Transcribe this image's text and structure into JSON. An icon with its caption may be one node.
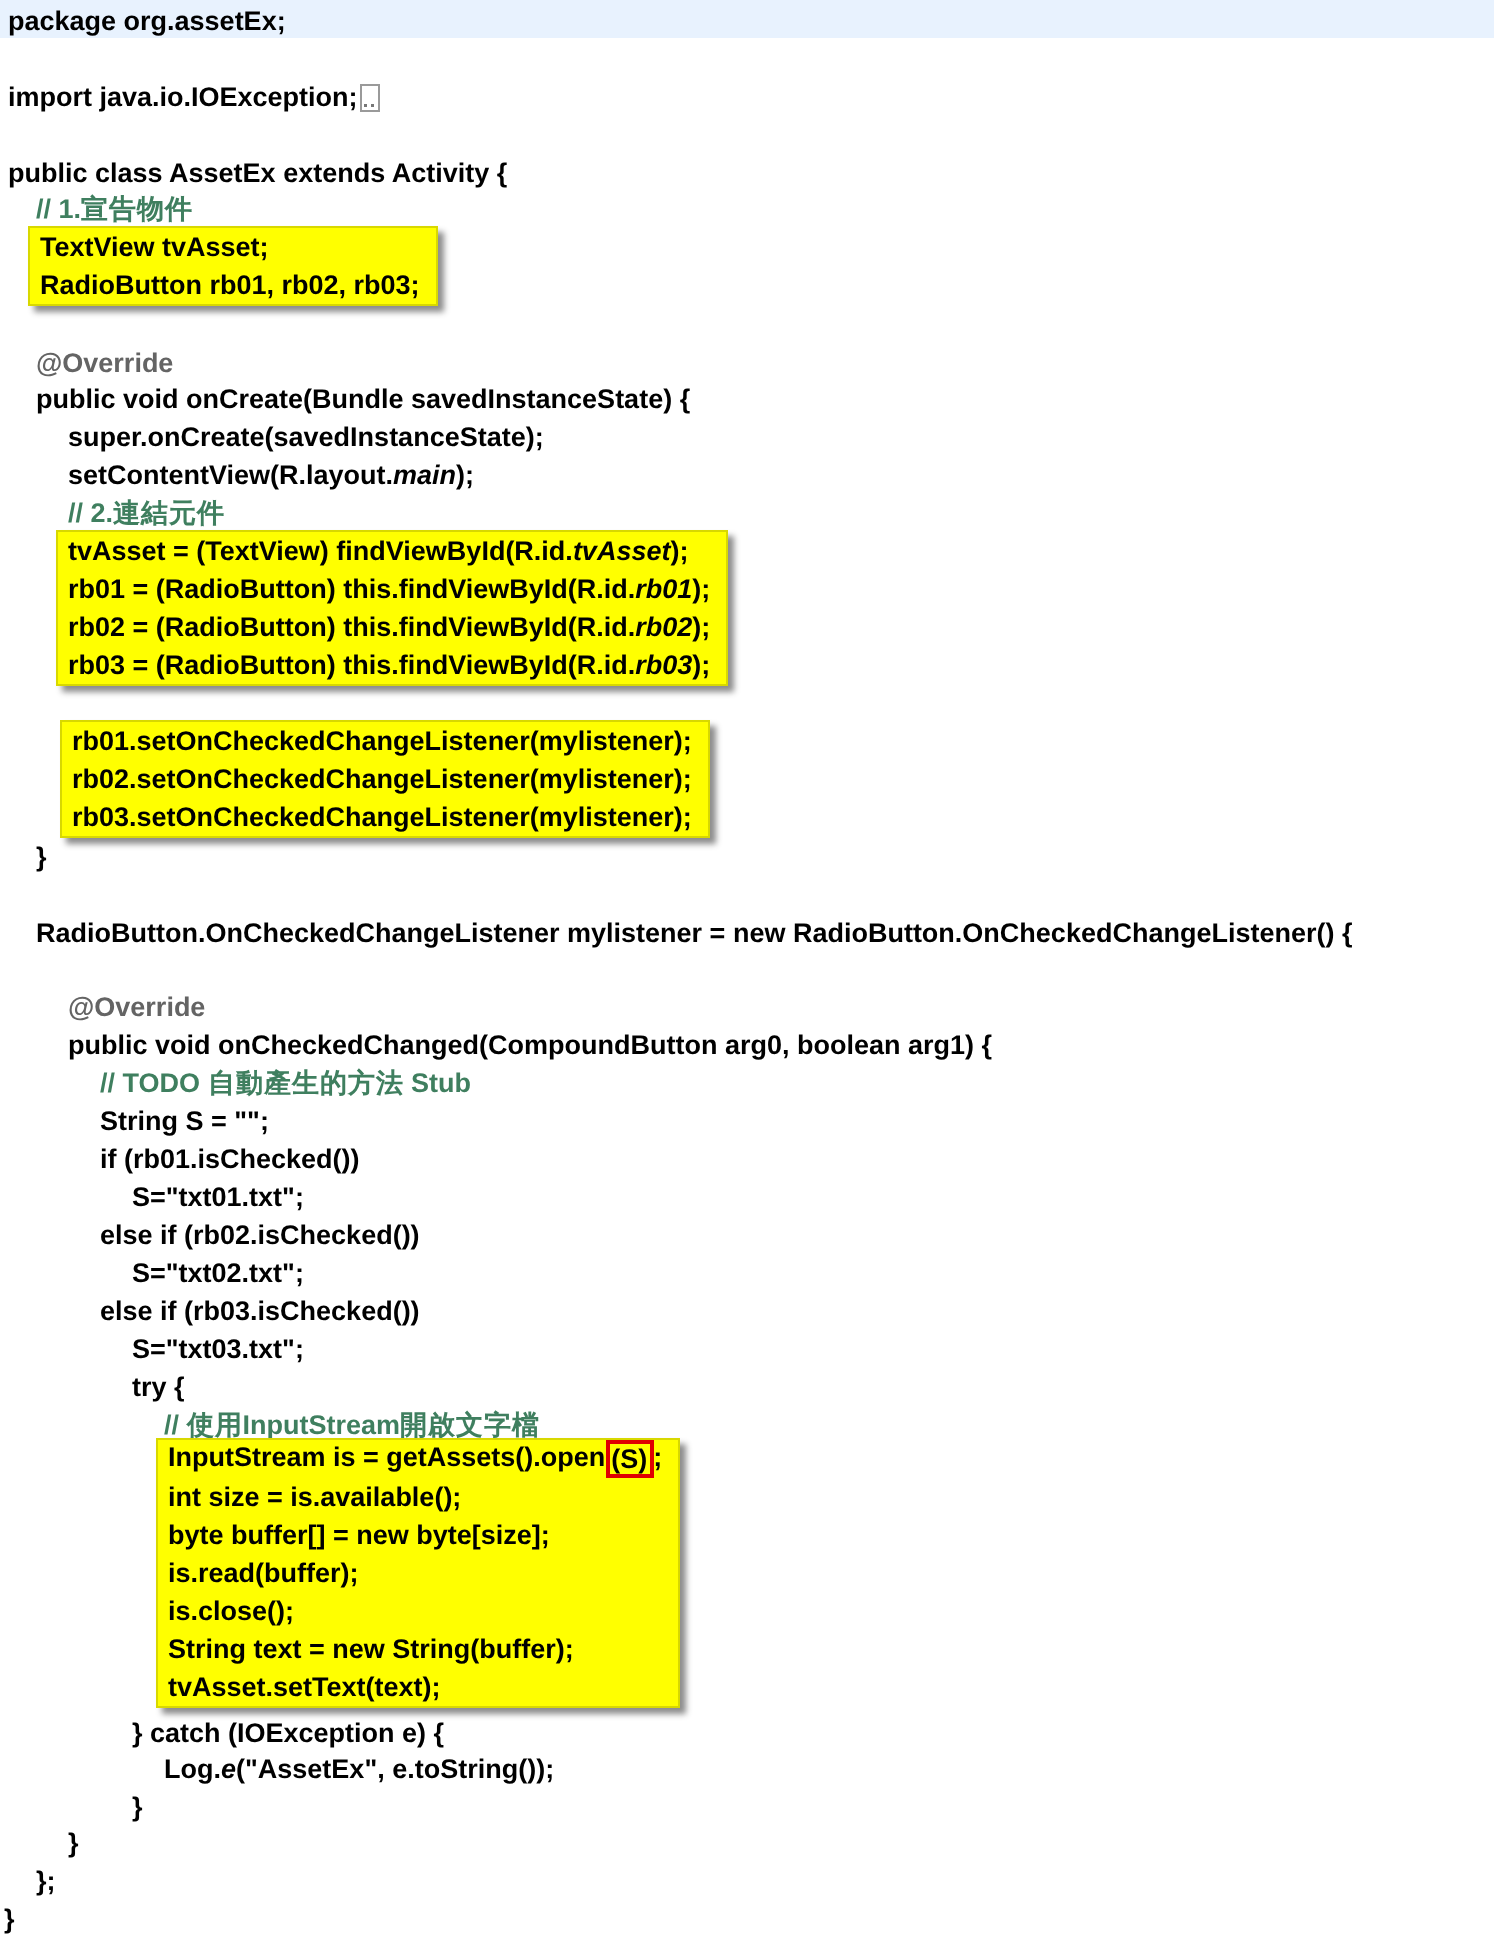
{
  "diagram": {
    "nodes": [
      {
        "text": [
          "TextView tvAsset;",
          "RadioButton rb01, rb02, rb03;"
        ]
      },
      {
        "text": [
          "tvAsset = (TextView) findViewById(R.id.*tvAsset*);",
          "rb01 = (RadioButton) this.findViewById(R.id.*rb01*);",
          "rb02 = (RadioButton) this.findViewById(R.id.*rb02*);",
          "rb03 = (RadioButton) this.findViewById(R.id.*rb03*);"
        ]
      },
      {
        "text": [
          "rb01.setOnCheckedChangeListener(mylistener);",
          "rb02.setOnCheckedChangeListener(mylistener);",
          "rb03.setOnCheckedChangeListener(mylistener);"
        ]
      },
      {
        "text": [
          "InputStream is = getAssets().open",
          ";",
          "int size = is.available();",
          "byte buffer[] = new byte[size];",
          "is.read(buffer);",
          "is.close();",
          "String text = new String(buffer);",
          "tvAsset.setText(text);"
        ]
      },
      {
        "text": [
          "(S)"
        ],
        "in": 3
      }
    ],
    "labels": [
      "package org.assetEx;",
      "import java.io.IOException;",
      "public class AssetEx extends Activity {",
      "// 1.宣告物件",
      "@Override",
      "public void onCreate(Bundle savedInstanceState) {",
      "super.onCreate(savedInstanceState);",
      "setContentView(R.layout.*main*);",
      "// 2.連結元件",
      "}",
      "RadioButton.OnCheckedChangeListener mylistener = new RadioButton.OnCheckedChangeListener() {",
      "@Override",
      "public void onCheckedChanged(CompoundButton arg0, boolean arg1) {",
      "// TODO 自動產生的方法 Stub",
      "String S = \"\";",
      "if (rb01.isChecked())",
      "S=\"txt01.txt\";",
      "else if (rb02.isChecked())",
      "S=\"txt02.txt\";",
      "else if (rb03.isChecked())",
      "S=\"txt03.txt\";",
      "try {",
      "// 使用InputStream開啟文字檔",
      "} catch (IOException e) {",
      "Log.*e*(\"AssetEx\", e.toString());",
      "}",
      "}",
      "};",
      "}"
    ]
  }
}
